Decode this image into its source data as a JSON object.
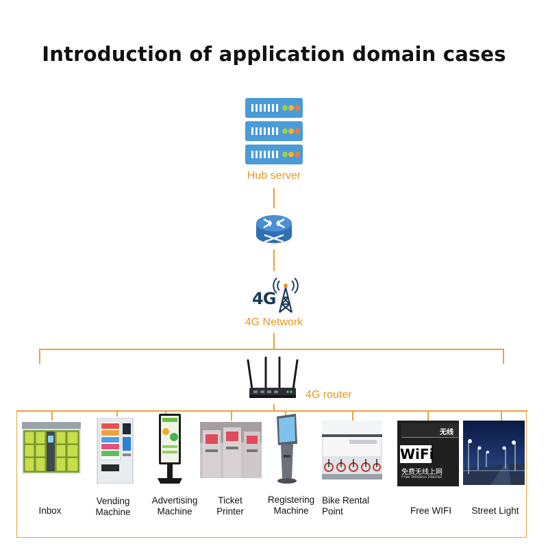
{
  "title": "Introduction of application domain cases",
  "nodes": {
    "hub_server": "Hub server",
    "network": "4G Network",
    "network_icon_text": "4G",
    "router": "4G router"
  },
  "devices": [
    {
      "label": "Inbox"
    },
    {
      "label": "Vending\nMachine"
    },
    {
      "label": "Advertising\nMachine"
    },
    {
      "label": "Ticket\nPrinter"
    },
    {
      "label": "Registering\nMachine"
    },
    {
      "label": "Bike Rental\nPoint"
    },
    {
      "label": "Free WIFI"
    },
    {
      "label": "Street Light"
    }
  ],
  "wifi_sign": {
    "main": "WiFi",
    "cn_top": "无线",
    "cn_bottom": "免费无线上网",
    "en_small": "Free Wireless Internet"
  },
  "colors": {
    "accent": "#e8961e",
    "line": "#e8a33c",
    "server": "#4a9bd6",
    "router": "#3f7fc4"
  }
}
